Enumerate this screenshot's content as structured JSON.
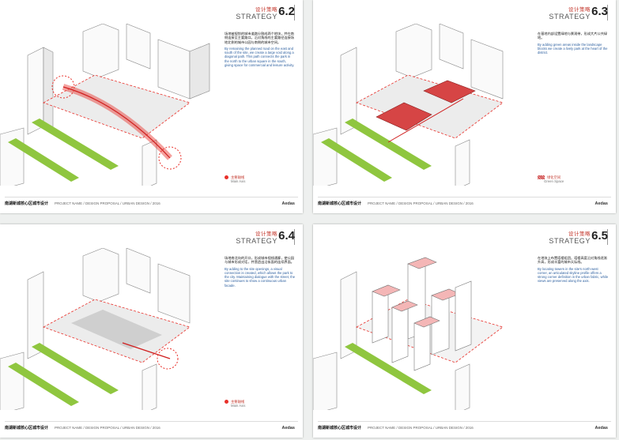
{
  "pages": [
    {
      "title_zh": "设计策略",
      "title_en": "STRATEGY",
      "number": "6.2",
      "desc_zh": "场地被规划的城市道路分割成两个地块，并在南侧连接至主要路口。沿对角线的主要路径连接场地北侧的城市公园与南侧的城市空间。",
      "desc_en": "By remaining the planned road on the east and south of the site, we create a large void along a diagonal path. This path connects the park in the north to the urban square in the south, giving space for commercial and leisure activity.",
      "legend": [
        {
          "zh": "主要轴线",
          "en": "Main Axis",
          "kind": "dot"
        }
      ]
    },
    {
      "title_zh": "设计策略",
      "title_en": "STRATEGY",
      "number": "6.3",
      "desc_zh": "在基地内部设置绿地与景观带，形成大片公共绿地。",
      "desc_en": "By adding green areas inside the landscape blocks we create a lively park at the heart of the district.",
      "legend": [
        {
          "zh": "绿化空间",
          "en": "Green Space",
          "kind": "hatch"
        }
      ]
    },
    {
      "title_zh": "设计策略",
      "title_en": "STRATEGY",
      "number": "6.4",
      "desc_zh": "场地南北向的开口，形成城市视线通廊，使公园与城市形成对话，并营造出沿街面的连续界面。",
      "desc_en": "By adding to the site openings, a visual connection is created, which allows the park to the city. Maintaining dialogue with the street, the site continues to show a continuous urban facade.",
      "legend": [
        {
          "zh": "主要轴线",
          "en": "Main Axis",
          "kind": "dot"
        }
      ]
    },
    {
      "title_zh": "设计策略",
      "title_en": "STRATEGY",
      "number": "6.5",
      "desc_zh": "在地块上布置塔楼组团，塔楼高度沿对角线逐渐升高，形成丰富的城市天际线。",
      "desc_en": "By locating towers in the site's north-west corner, an articulated skyline profile offers a strong corner definition in the urban fabric, while views are preserved along the axis.",
      "legend": []
    }
  ],
  "footer": {
    "project": "南湖新城核心区城市设计",
    "text": "PROJECT NAME / DESIGN PROPOSAL / URBAN DESIGN / 2016",
    "logo": "Aedas"
  }
}
